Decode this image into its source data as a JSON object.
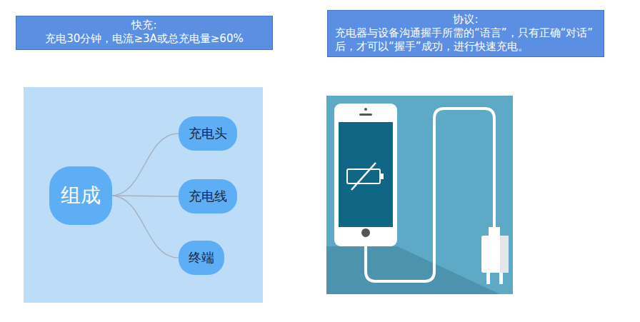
{
  "diagram": {
    "nodes": [
      {
        "text": [
          "快充:",
          "充电30分钟，电流≥3A或总充电量≥60%"
        ]
      },
      {
        "text": [
          "协议:",
          "充电器与设备沟通握手所需的“语言”，只有正确“对话”后，才可以“握手”成功，进行快速充电。"
        ]
      },
      {
        "text": [
          "组成"
        ]
      },
      {
        "text": [
          "充电头"
        ]
      },
      {
        "text": [
          "充电线"
        ]
      },
      {
        "text": [
          "终端"
        ]
      }
    ],
    "edges": [
      {
        "from": 2,
        "to": 3,
        "arrow": "none"
      },
      {
        "from": 2,
        "to": 4,
        "arrow": "none"
      },
      {
        "from": 2,
        "to": 5,
        "arrow": "none"
      }
    ]
  }
}
